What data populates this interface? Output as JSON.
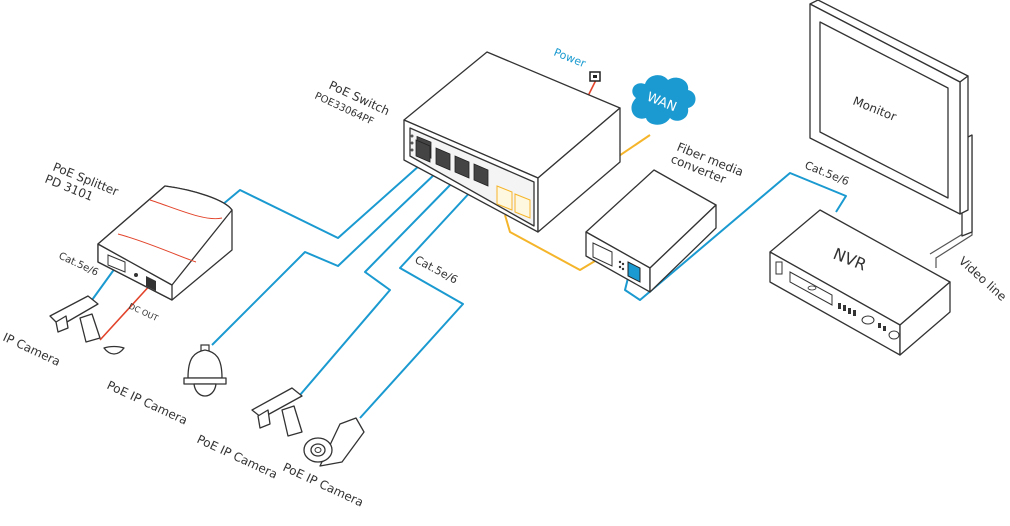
{
  "diagram": {
    "type": "network-topology",
    "colors": {
      "ethernet_cable": "#1a9ad0",
      "fiber_cable": "#f5b52b",
      "power_cable": "#e2442b",
      "wan_cloud": "#1a9ad0"
    },
    "devices": {
      "switch": {
        "label_line1": "PoE  Switch",
        "label_line2": "POE33064PF",
        "icon": "poe-switch-icon"
      },
      "power": {
        "label": "Power",
        "icon": "power-outlet-icon"
      },
      "wan": {
        "label": "WAN",
        "icon": "cloud-icon"
      },
      "fiber_converter": {
        "label_line1": "Fiber media",
        "label_line2": "converter",
        "icon": "media-converter-icon"
      },
      "monitor": {
        "label": "Monitor",
        "icon": "monitor-icon"
      },
      "nvr": {
        "label": "NVR",
        "icon": "nvr-icon"
      },
      "splitter": {
        "label_line1": "PoE Splitter",
        "label_line2": "PD 3101",
        "icon": "poe-splitter-icon"
      },
      "ip_camera": {
        "label": "IP Camera",
        "icon": "bullet-camera-icon"
      },
      "poe_camera_1": {
        "label": "PoE IP Camera",
        "icon": "dome-camera-icon"
      },
      "poe_camera_2": {
        "label": "PoE IP Camera",
        "icon": "box-camera-icon"
      },
      "poe_camera_3": {
        "label": "PoE IP Camera",
        "icon": "bullet-camera-icon"
      }
    },
    "cable_labels": {
      "splitter_camera": "Cat.5e/6",
      "switch_camera": "Cat.5e/6",
      "converter_nvr": "Cat.5e/6",
      "dc_out": "DC OUT",
      "video_line": "Video line"
    }
  }
}
